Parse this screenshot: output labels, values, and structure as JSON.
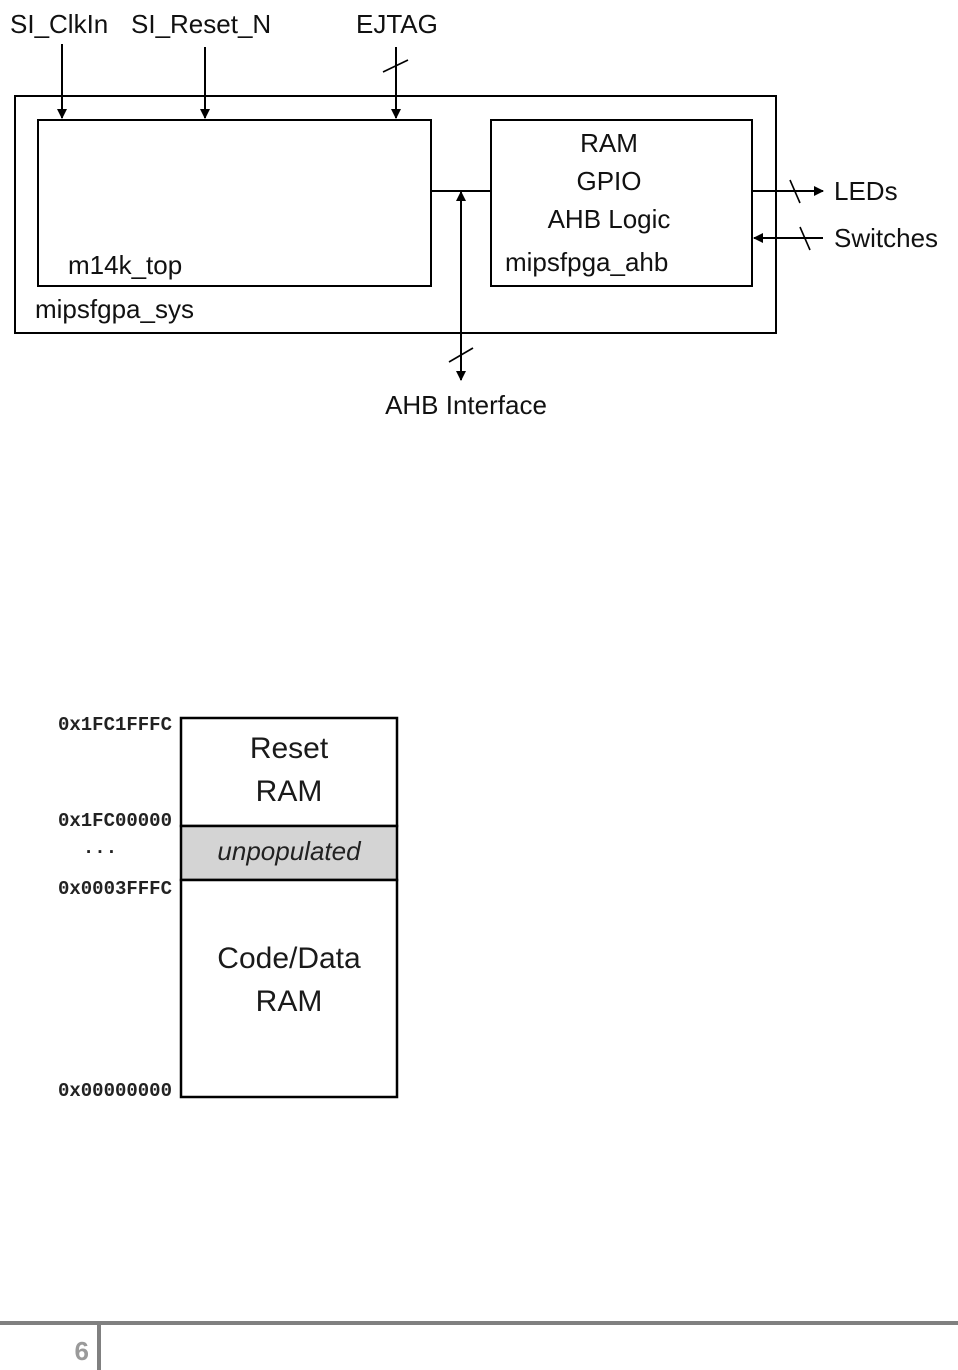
{
  "block_diagram": {
    "inputs": {
      "clk": "SI_ClkIn",
      "reset": "SI_Reset_N",
      "ejtag": "EJTAG"
    },
    "outer_block": "mipsfgpa_sys",
    "core_block": "m14k_top",
    "ahb_block": {
      "lines": [
        "RAM",
        "GPIO",
        "AHB Logic"
      ],
      "name": "mipsfpga_ahb"
    },
    "outputs": {
      "leds": "LEDs",
      "switches": "Switches",
      "ahb_interface": "AHB Interface"
    }
  },
  "memory_map": {
    "addresses": {
      "top": "0x1FC1FFFC",
      "reset_base": "0x1FC00000",
      "ellipsis": "...",
      "code_top": "0x0003FFFC",
      "bottom": "0x00000000"
    },
    "regions": {
      "reset_ram": [
        "Reset",
        "RAM"
      ],
      "unpopulated": "unpopulated",
      "code_data_ram": [
        "Code/Data",
        "RAM"
      ]
    },
    "colors": {
      "unpopulated_fill": "#d4d4d4"
    }
  },
  "footer": {
    "page_number": "6"
  }
}
